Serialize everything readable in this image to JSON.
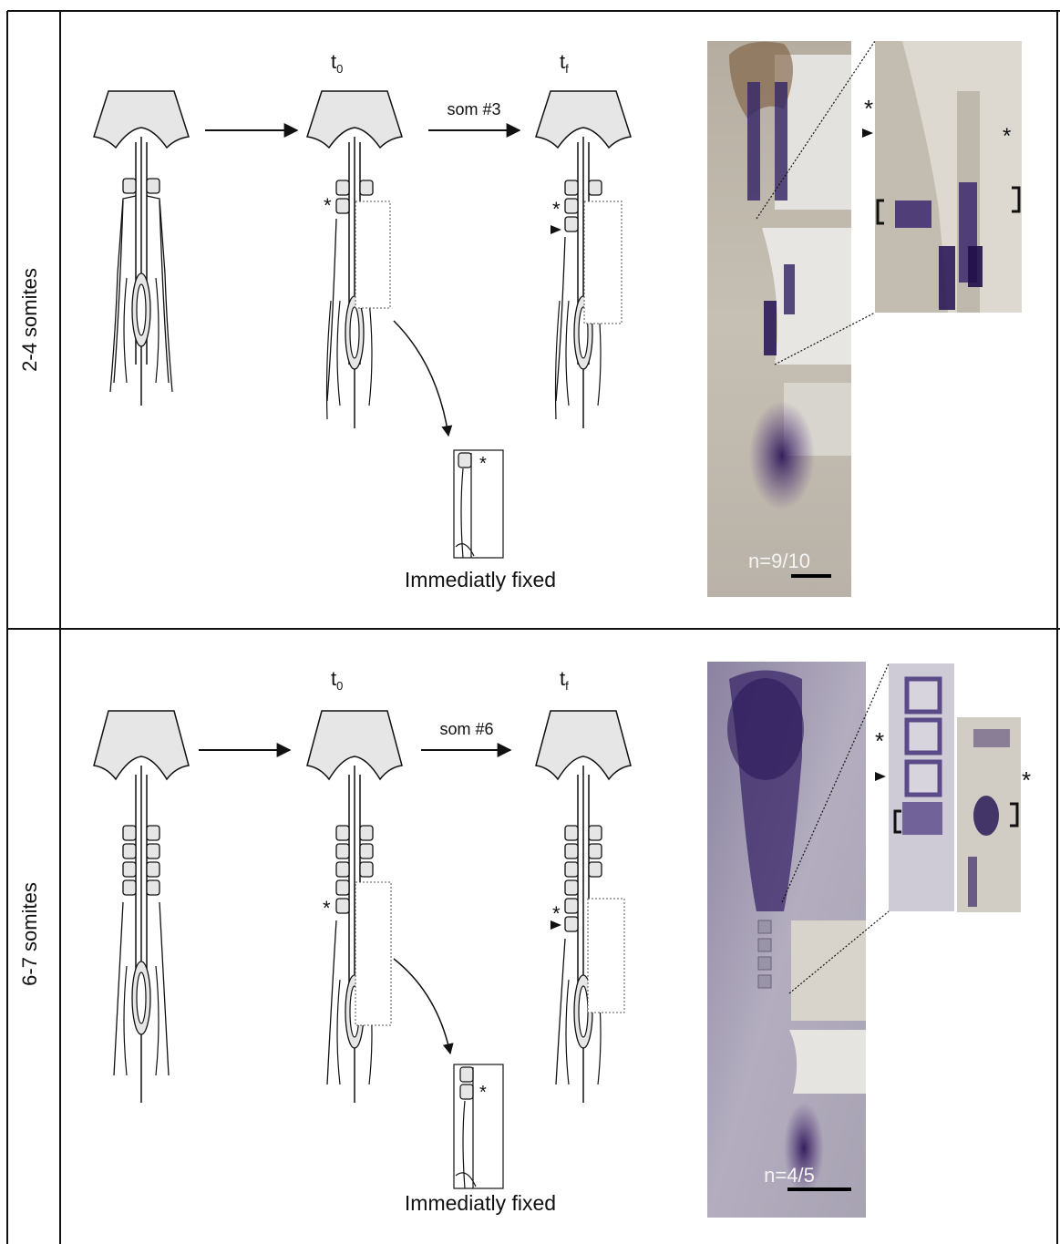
{
  "rows": [
    {
      "label": "2-4 somites",
      "t0_label": "t",
      "t0_sub": "0",
      "tf_label": "t",
      "tf_sub": "f",
      "arrow_label": "som #3",
      "fixed_caption": "Immediatly fixed",
      "n_label": "n=9/10",
      "star": "*"
    },
    {
      "label": "6-7 somites",
      "t0_label": "t",
      "t0_sub": "0",
      "tf_label": "t",
      "tf_sub": "f",
      "arrow_label": "som #6",
      "fixed_caption": "Immediatly fixed",
      "n_label": "n=4/5",
      "star": "*"
    }
  ],
  "colors": {
    "embryo_fill": "#e6e6e6",
    "outline": "#111111",
    "stain": "#4a2a78",
    "tissue": "#cbc5b8"
  }
}
